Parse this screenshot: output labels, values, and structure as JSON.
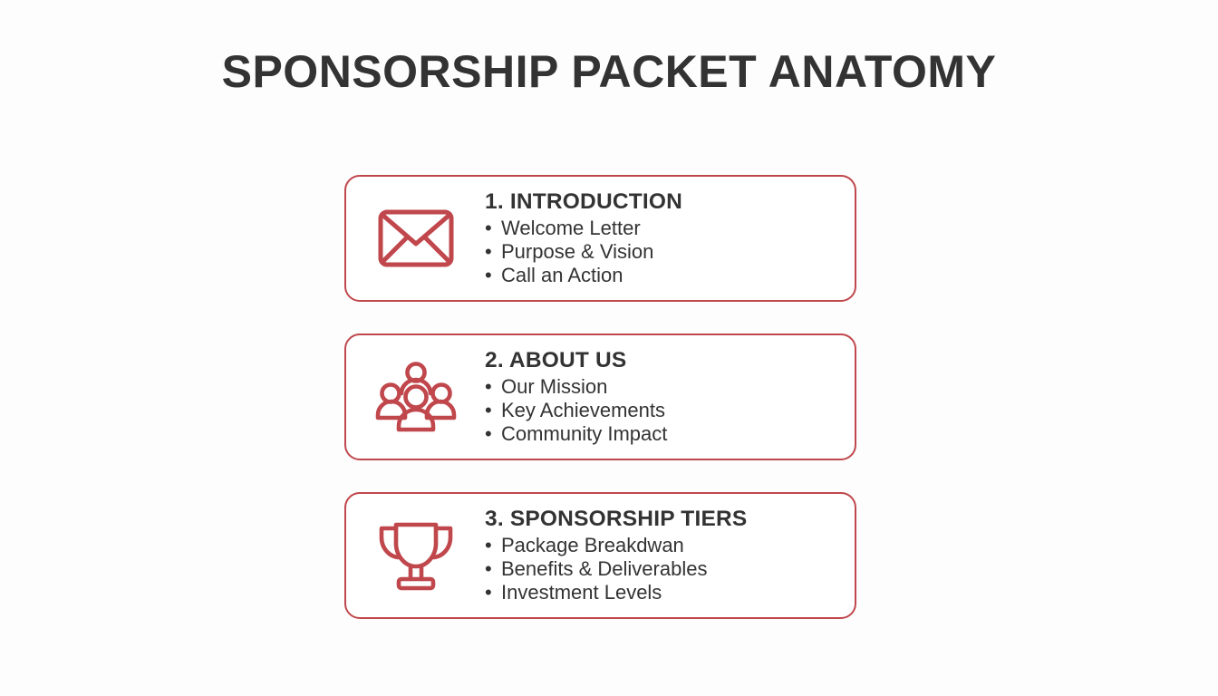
{
  "page": {
    "title": "SPONSORSHIP PACKET ANATOMY",
    "background_color": "#fdfdfd",
    "accent_color": "#C0474C",
    "text_color": "#333333",
    "bullet_glyph": "•"
  },
  "sections": [
    {
      "icon": "envelope-icon",
      "heading": "1. INTRODUCTION",
      "bullets": [
        "Welcome Letter",
        "Purpose & Vision",
        "Call an Action"
      ]
    },
    {
      "icon": "people-group-icon",
      "heading": "2. ABOUT US",
      "bullets": [
        "Our Mission",
        "Key Achievements",
        "Community Impact"
      ]
    },
    {
      "icon": "trophy-icon",
      "heading": "3. SPONSORSHIP TIERS",
      "bullets": [
        "Package Breakdwan",
        "Benefits & Deliverables",
        "Investment Levels"
      ]
    }
  ]
}
